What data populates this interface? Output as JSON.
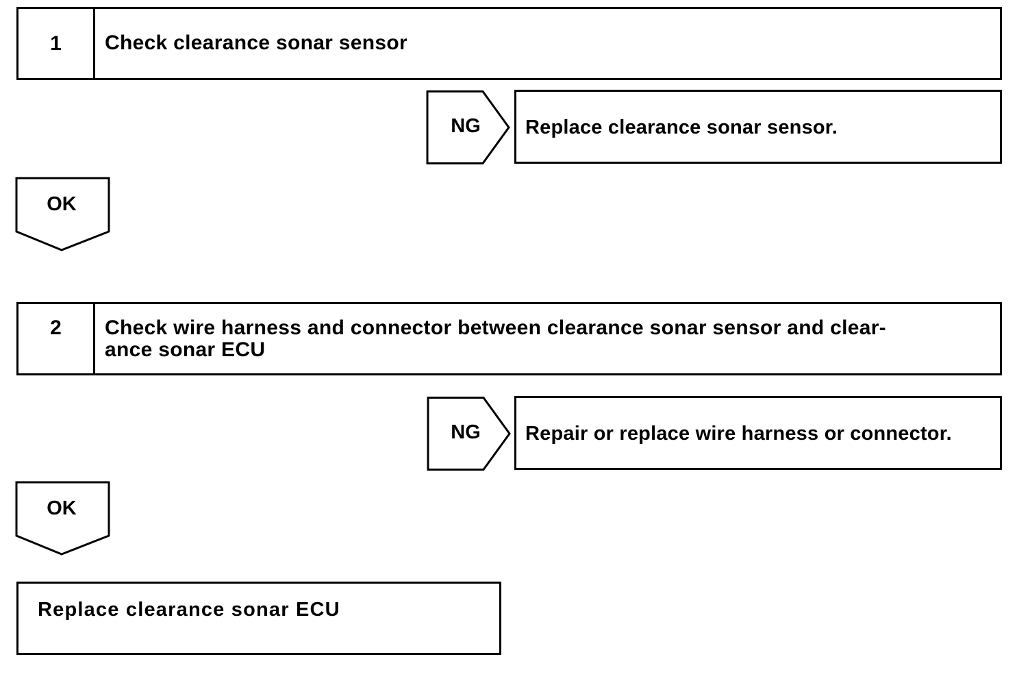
{
  "steps": [
    {
      "number": "1",
      "text": "Check clearance sonar sensor"
    },
    {
      "number": "2",
      "text_line1": "Check wire harness and connector between clearance sonar sensor and clear-",
      "text_line2": "ance sonar ECU"
    }
  ],
  "results": [
    {
      "ng_label": "NG",
      "action": "Replace clearance sonar sensor.",
      "ok_label": "OK"
    },
    {
      "ng_label": "NG",
      "action": "Repair or replace wire harness or connector.",
      "ok_label": "OK"
    }
  ],
  "final_action": "Replace clearance sonar ECU"
}
